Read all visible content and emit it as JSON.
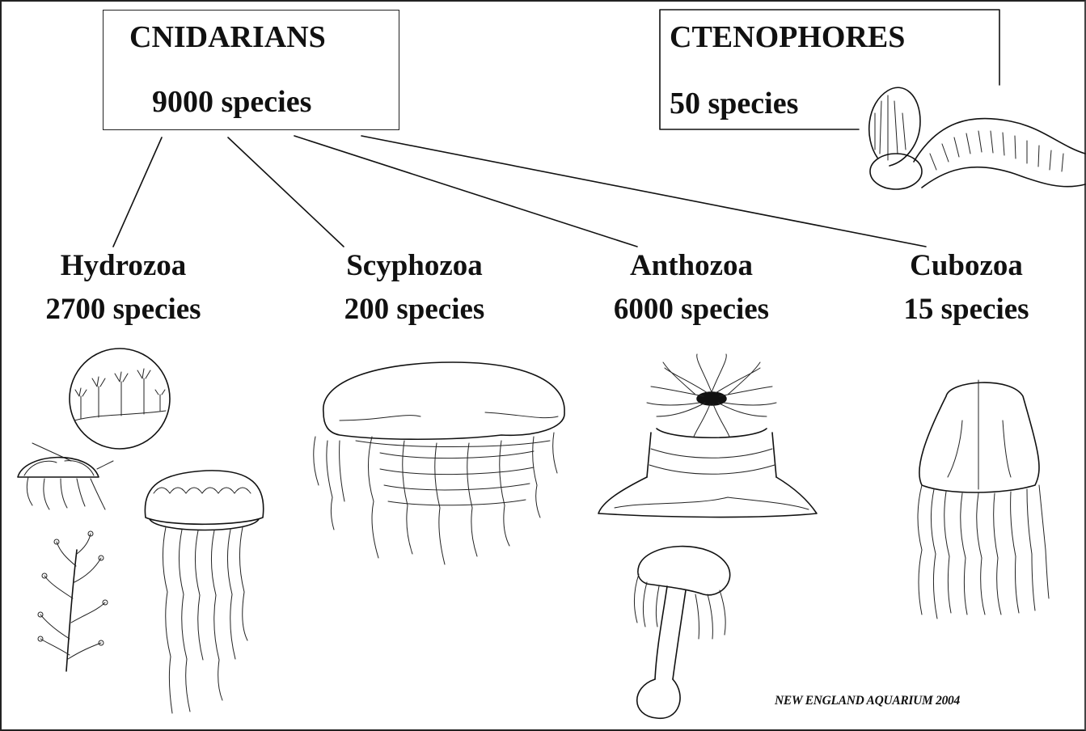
{
  "root": {
    "name": "CNIDARIANS",
    "count": "9000 species"
  },
  "sibling": {
    "name": "CTENOPHORES",
    "count": "50 species"
  },
  "classes": [
    {
      "name": "Hydrozoa",
      "count": "2700 species"
    },
    {
      "name": "Scyphozoa",
      "count": "200 species"
    },
    {
      "name": "Anthozoa",
      "count": "6000 species"
    },
    {
      "name": "Cubozoa",
      "count": "15 species"
    }
  ],
  "credit": "NEW ENGLAND AQUARIUM 2004",
  "illustrations": [
    "hydroid-colony-icon",
    "hydromedusa-icon",
    "branching-hydroid-icon",
    "portuguese-man-o-war-icon",
    "scyphozoan-jellyfish-icon",
    "sea-anemone-icon",
    "cerianthid-anemone-icon",
    "box-jellyfish-icon",
    "comb-jelly-icon"
  ],
  "colors": {
    "ink": "#111111",
    "background": "#ffffff"
  }
}
